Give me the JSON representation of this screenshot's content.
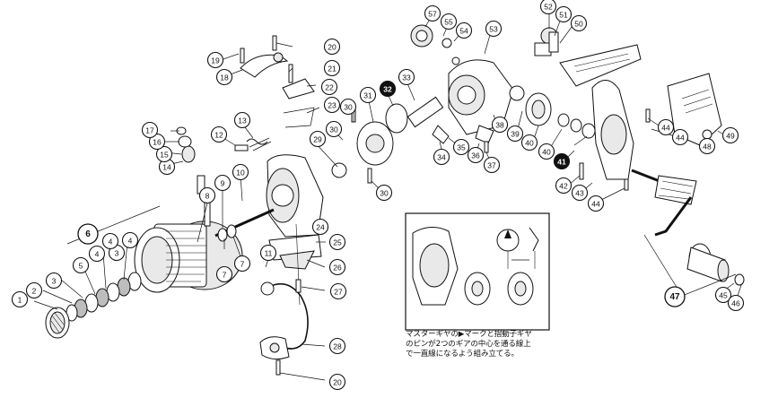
{
  "callouts": [
    {
      "id": "c1",
      "label": "1"
    },
    {
      "id": "c2",
      "label": "2"
    },
    {
      "id": "c3",
      "label": "3"
    },
    {
      "id": "c3b",
      "label": "3"
    },
    {
      "id": "c4",
      "label": "4"
    },
    {
      "id": "c4b",
      "label": "4"
    },
    {
      "id": "c4c",
      "label": "4"
    },
    {
      "id": "c5",
      "label": "5"
    },
    {
      "id": "c6",
      "label": "6",
      "style": "big"
    },
    {
      "id": "c7",
      "label": "7"
    },
    {
      "id": "c7b",
      "label": "7"
    },
    {
      "id": "c8",
      "label": "8"
    },
    {
      "id": "c9",
      "label": "9"
    },
    {
      "id": "c10",
      "label": "10"
    },
    {
      "id": "c11",
      "label": "11"
    },
    {
      "id": "c12",
      "label": "12"
    },
    {
      "id": "c13",
      "label": "13"
    },
    {
      "id": "c14",
      "label": "14"
    },
    {
      "id": "c15",
      "label": "15"
    },
    {
      "id": "c16",
      "label": "16"
    },
    {
      "id": "c17",
      "label": "17"
    },
    {
      "id": "c18",
      "label": "18"
    },
    {
      "id": "c19",
      "label": "19"
    },
    {
      "id": "c20",
      "label": "20"
    },
    {
      "id": "c20b",
      "label": "20"
    },
    {
      "id": "c21",
      "label": "21"
    },
    {
      "id": "c22",
      "label": "22"
    },
    {
      "id": "c23",
      "label": "23"
    },
    {
      "id": "c24",
      "label": "24"
    },
    {
      "id": "c25",
      "label": "25"
    },
    {
      "id": "c26",
      "label": "26"
    },
    {
      "id": "c27",
      "label": "27"
    },
    {
      "id": "c28",
      "label": "28"
    },
    {
      "id": "c29",
      "label": "29"
    },
    {
      "id": "c30",
      "label": "30"
    },
    {
      "id": "c30b",
      "label": "30"
    },
    {
      "id": "c30c",
      "label": "30"
    },
    {
      "id": "c31",
      "label": "31"
    },
    {
      "id": "c32",
      "label": "32",
      "style": "dark"
    },
    {
      "id": "c33",
      "label": "33"
    },
    {
      "id": "c34",
      "label": "34"
    },
    {
      "id": "c35",
      "label": "35"
    },
    {
      "id": "c36",
      "label": "36"
    },
    {
      "id": "c37",
      "label": "37"
    },
    {
      "id": "c38",
      "label": "38"
    },
    {
      "id": "c39",
      "label": "39"
    },
    {
      "id": "c40",
      "label": "40"
    },
    {
      "id": "c40b",
      "label": "40"
    },
    {
      "id": "c41",
      "label": "41",
      "style": "dark"
    },
    {
      "id": "c42",
      "label": "42"
    },
    {
      "id": "c43",
      "label": "43"
    },
    {
      "id": "c44",
      "label": "44"
    },
    {
      "id": "c44b",
      "label": "44"
    },
    {
      "id": "c44c",
      "label": "44"
    },
    {
      "id": "c45",
      "label": "45"
    },
    {
      "id": "c46",
      "label": "46"
    },
    {
      "id": "c47",
      "label": "47",
      "style": "big"
    },
    {
      "id": "c48",
      "label": "48"
    },
    {
      "id": "c49",
      "label": "49"
    },
    {
      "id": "c50",
      "label": "50"
    },
    {
      "id": "c51",
      "label": "51"
    },
    {
      "id": "c52",
      "label": "52"
    },
    {
      "id": "c53",
      "label": "53"
    },
    {
      "id": "c54",
      "label": "54"
    },
    {
      "id": "c55",
      "label": "55"
    },
    {
      "id": "c57",
      "label": "57"
    }
  ],
  "note": {
    "line1": "マスターギヤの▶マークと摺動子ギヤ",
    "line2": "のピンが2つのギアの中心を通る線上",
    "line3": "で一直線になるよう組み立てる。"
  }
}
